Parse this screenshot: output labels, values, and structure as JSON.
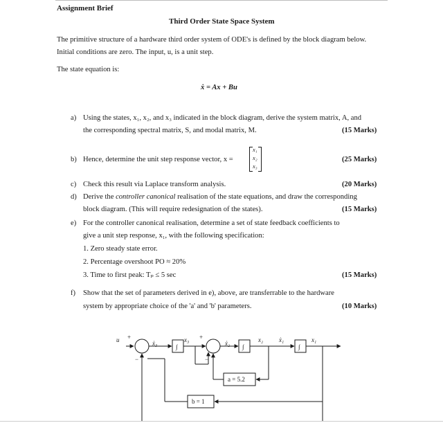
{
  "header": {
    "section": "Assignment Brief",
    "title": "Third Order State Space System"
  },
  "intro": {
    "line1": "The primitive structure of a hardware third order system of ODE's is defined by the block diagram below.",
    "line2": "Initial conditions are zero. The input, u, is a unit step.",
    "line3": "The state equation is:",
    "equation": "ẋ = Ax + Bu"
  },
  "questions": {
    "a": {
      "label": "a)",
      "line1": "Using the states, x₁, x₂, and x₃ indicated in the block diagram, derive the system matrix, A, and",
      "line2": "the corresponding spectral matrix, S, and modal matrix, M.",
      "marks": "(15 Marks)"
    },
    "b": {
      "label": "b)",
      "line1": "Hence, determine the unit step response vector, x =",
      "vector": [
        "x₁",
        "x₂",
        "x₃"
      ],
      "marks": "(25 Marks)"
    },
    "c": {
      "label": "c)",
      "line1": "Check this result via Laplace transform analysis.",
      "marks": "(20 Marks)"
    },
    "d": {
      "label": "d)",
      "line1_pre": "Derive the ",
      "line1_em": "controller canonical",
      "line1_post": " realisation of the state equations, and draw the corresponding",
      "line2": "block diagram. (This will require redesignation of the states).",
      "marks": "(15 Marks)"
    },
    "e": {
      "label": "e)",
      "line1": "For the controller canonical realisation, determine a set of state feedback coefficients to",
      "line2": "give a unit step response, x₁, with the following specification:",
      "spec1": "1.   Zero steady state error.",
      "spec2": "2.   Percentage overshoot PO ≈ 20%",
      "spec3": "3.   Time to first peak: Tₚ ≤ 5 sec",
      "marks": "(15 Marks)"
    },
    "f": {
      "label": "f)",
      "line1": "Show that the set of parameters derived in e), above, are transferrable to the hardware",
      "line2": "system by appropriate choice of the 'a' and 'b' parameters.",
      "marks": "(10 Marks)"
    }
  },
  "diagram": {
    "input": "u",
    "plus": "+",
    "minus": "−",
    "integrator": "∫",
    "x3dot": "ẋ₃",
    "x3": "x₃",
    "x2dot": "ẋ₂",
    "x2": "x₂",
    "x1dot": "ẋ₁",
    "x1": "x₁",
    "gain_a": "a = 5.2",
    "gain_b": "b = 1"
  }
}
